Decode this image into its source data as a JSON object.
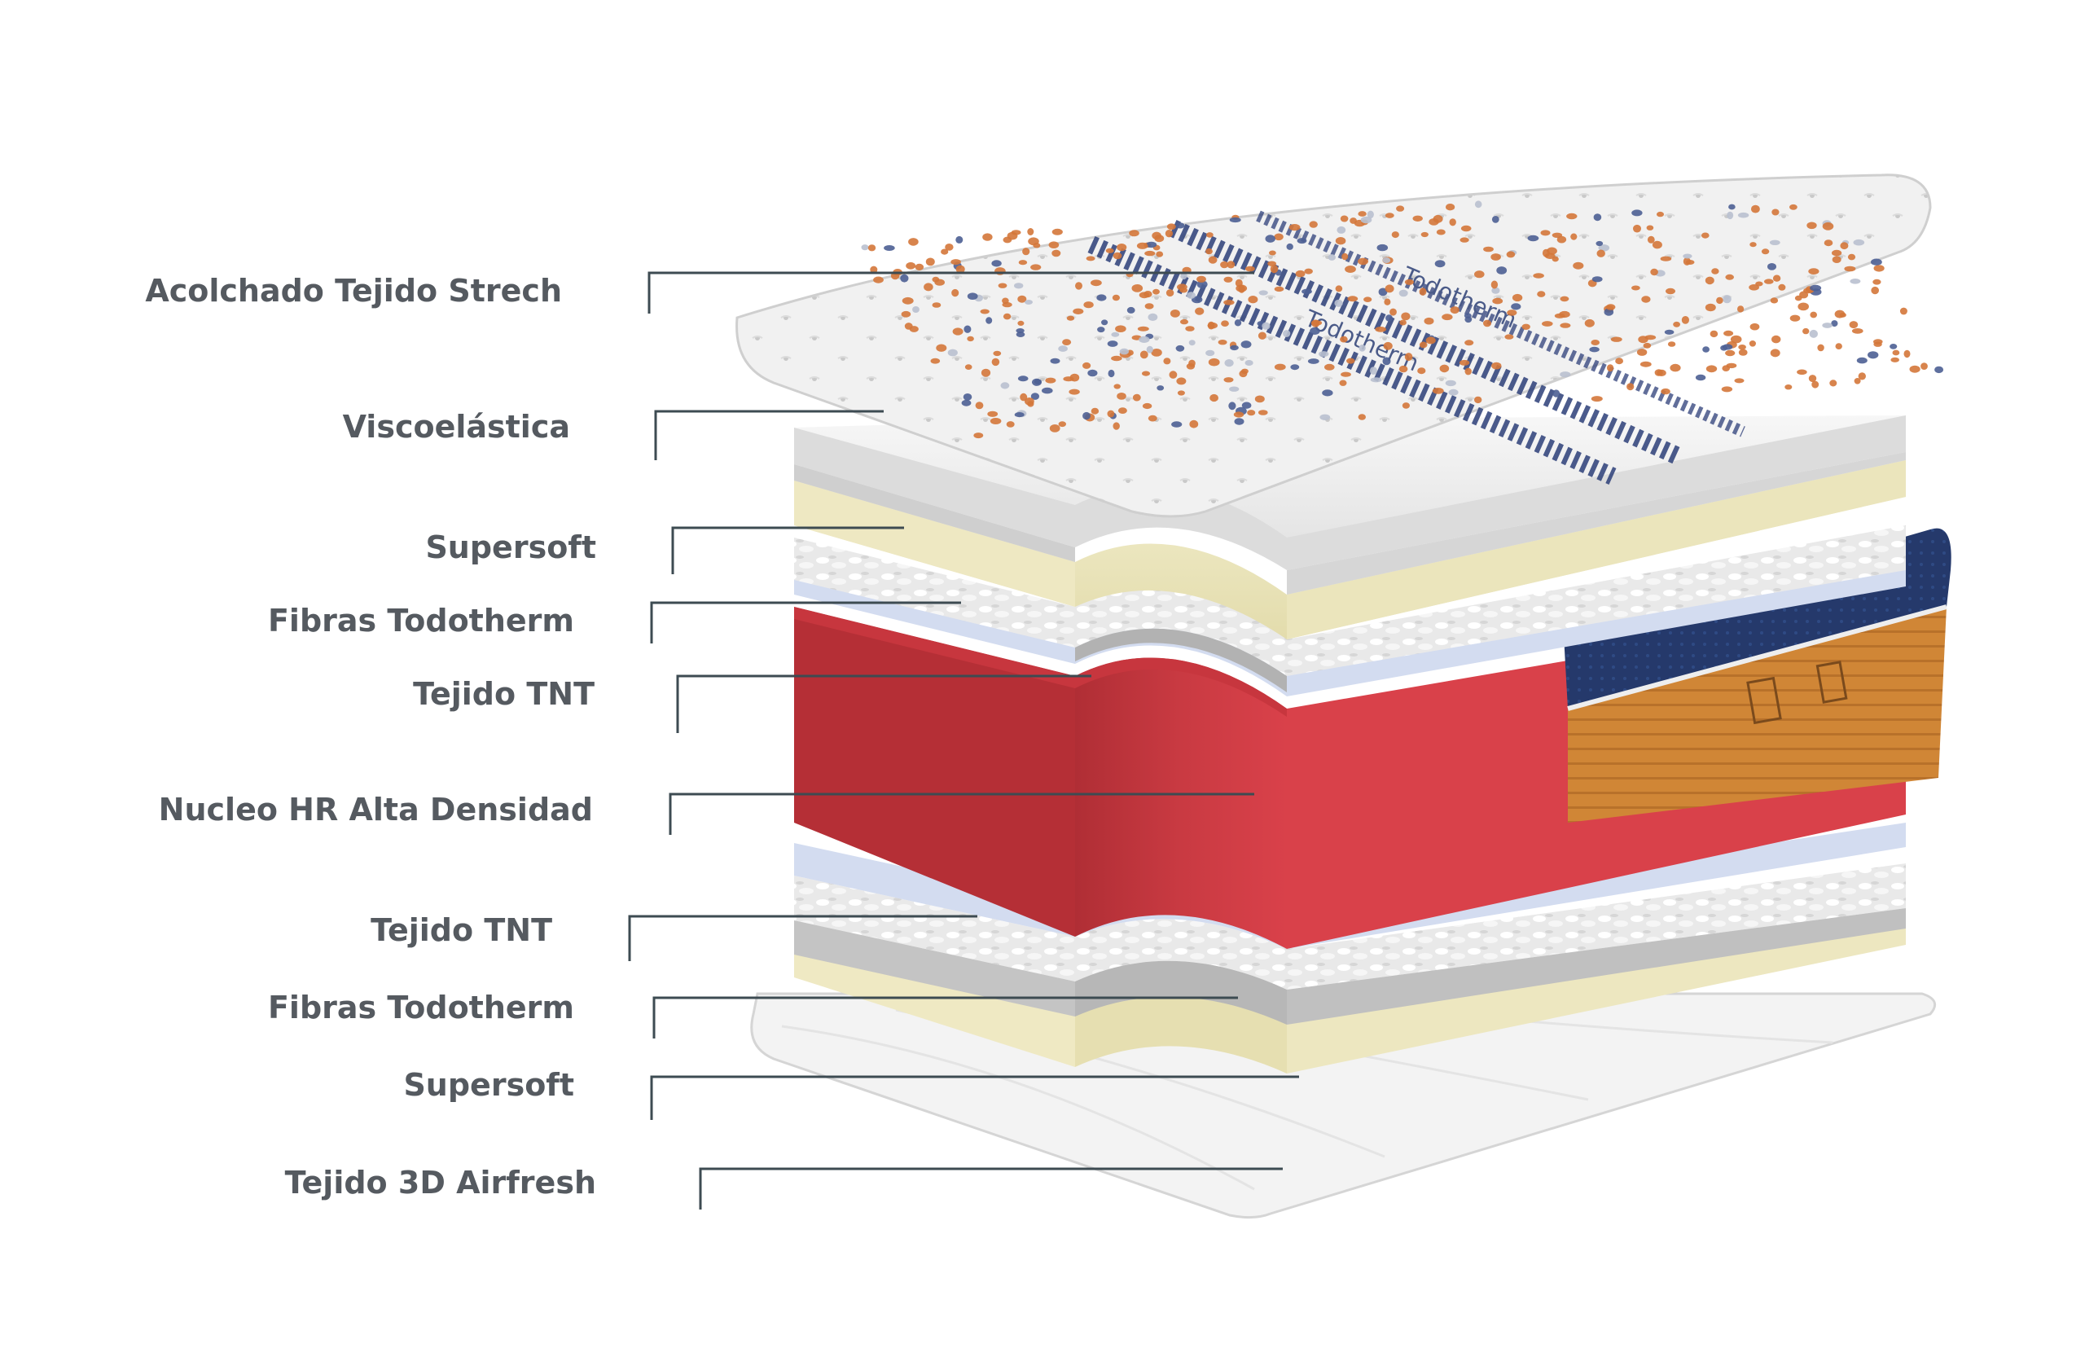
{
  "diagram": {
    "layers": [
      {
        "id": "acolchado",
        "label": "Acolchado Tejido Strech"
      },
      {
        "id": "visco",
        "label": "Viscoelástica"
      },
      {
        "id": "supersoft-top",
        "label": "Supersoft"
      },
      {
        "id": "fibras-top",
        "label": "Fibras Todotherm"
      },
      {
        "id": "tnt-top",
        "label": "Tejido TNT"
      },
      {
        "id": "nucleo",
        "label": "Nucleo HR Alta Densidad"
      },
      {
        "id": "tnt-bottom",
        "label": "Tejido TNT"
      },
      {
        "id": "fibras-bottom",
        "label": "Fibras Todotherm"
      },
      {
        "id": "supersoft-bottom",
        "label": "Supersoft"
      },
      {
        "id": "tejido3d",
        "label": "Tejido 3D Airfresh"
      }
    ],
    "cover_brand_text": "Todotherm",
    "colors": {
      "label_text": "#555a60",
      "leader_line": "#3d4b52",
      "core_red": "#d9414a",
      "core_red_dark": "#b33136",
      "supersoft_cream": "#ece6bf",
      "visco_white": "#eeeeee",
      "fibras_grey": "#b9b9b9",
      "tnt_lavender": "#cfd8ee",
      "side_navy": "#243b6e",
      "side_orange": "#d38a3c"
    }
  }
}
